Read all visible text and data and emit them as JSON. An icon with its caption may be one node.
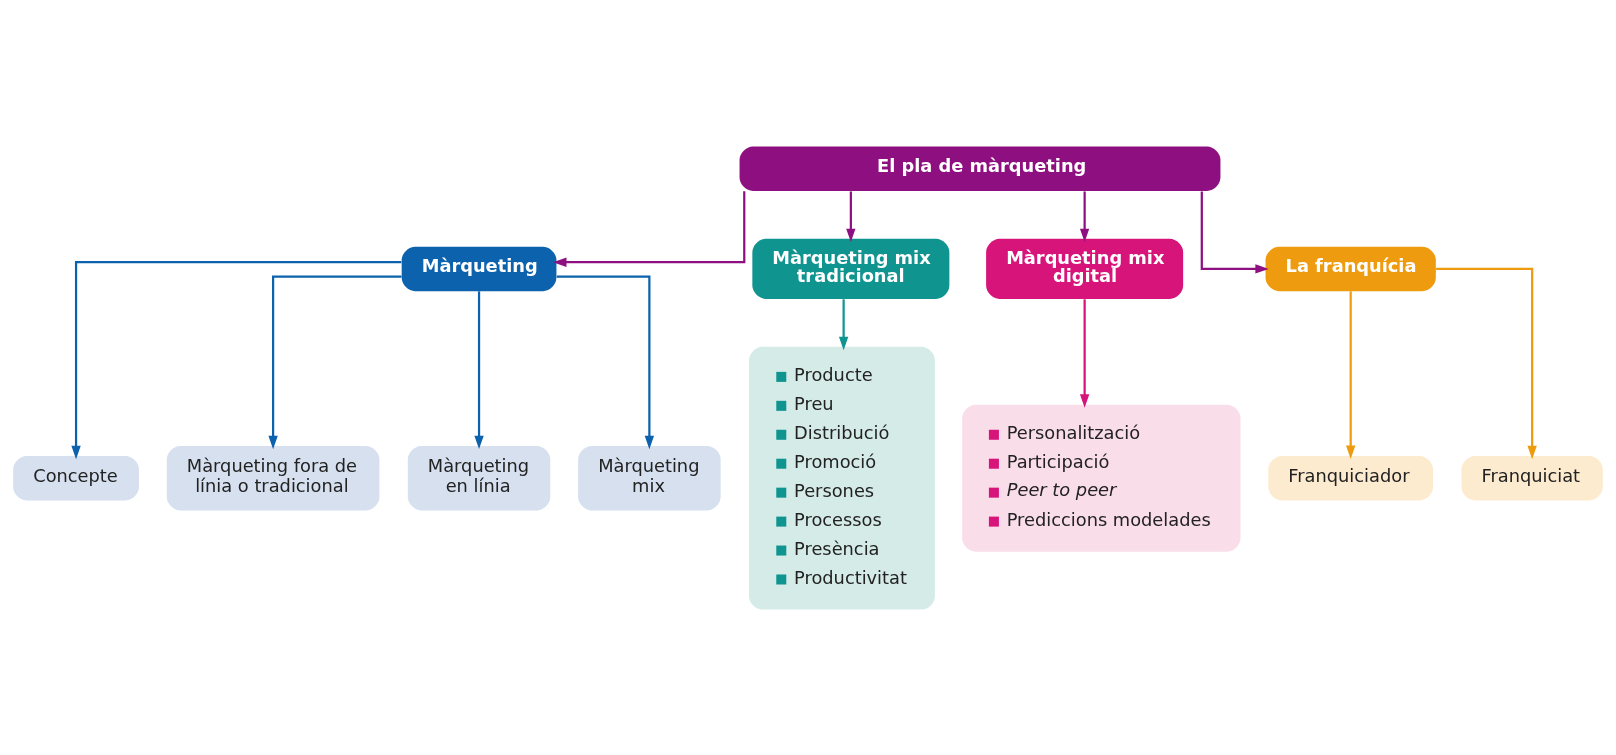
{
  "diagram": {
    "nodes": [
      {
        "text": [
          "El pla de màrqueting"
        ]
      },
      {
        "text": [
          "Màrqueting"
        ]
      },
      {
        "text": [
          "Màrqueting mix tradicional"
        ]
      },
      {
        "text": [
          "Màrqueting mix digital"
        ]
      },
      {
        "text": [
          "La franquícia"
        ]
      },
      {
        "text": [
          "Concepte"
        ]
      },
      {
        "text": [
          "Màrqueting fora de línia o tradicional"
        ]
      },
      {
        "text": [
          "Màrqueting en línia"
        ]
      },
      {
        "text": [
          "Màrqueting mix"
        ]
      },
      {
        "text": [
          "Producte",
          "Preu",
          "Distribució",
          "Promoció",
          "Persones",
          "Processos",
          "Presència",
          "Productivitat"
        ]
      },
      {
        "text": [
          "Personalització",
          "Participació",
          "Peer to peer",
          "Prediccions modelades"
        ]
      },
      {
        "text": [
          "Franquiciador"
        ]
      },
      {
        "text": [
          "Franquiciat"
        ]
      }
    ],
    "edges": [
      {
        "from": 0,
        "to": 1,
        "arrow": "to",
        "color": "#8e1080"
      },
      {
        "from": 0,
        "to": 2,
        "arrow": "to",
        "color": "#8e1080"
      },
      {
        "from": 0,
        "to": 3,
        "arrow": "to",
        "color": "#8e1080"
      },
      {
        "from": 0,
        "to": 4,
        "arrow": "to",
        "color": "#8e1080"
      },
      {
        "from": 1,
        "to": 5,
        "arrow": "to",
        "color": "#0d62ad"
      },
      {
        "from": 1,
        "to": 6,
        "arrow": "to",
        "color": "#0d62ad"
      },
      {
        "from": 1,
        "to": 7,
        "arrow": "to",
        "color": "#0d62ad"
      },
      {
        "from": 1,
        "to": 8,
        "arrow": "to",
        "color": "#0d62ad"
      },
      {
        "from": 2,
        "to": 9,
        "arrow": "to",
        "color": "#0f9490"
      },
      {
        "from": 3,
        "to": 10,
        "arrow": "to",
        "color": "#d6147a"
      },
      {
        "from": 4,
        "to": 11,
        "arrow": "to",
        "color": "#ef9b0f"
      },
      {
        "from": 4,
        "to": 12,
        "arrow": "to",
        "color": "#ef9b0f"
      }
    ]
  }
}
